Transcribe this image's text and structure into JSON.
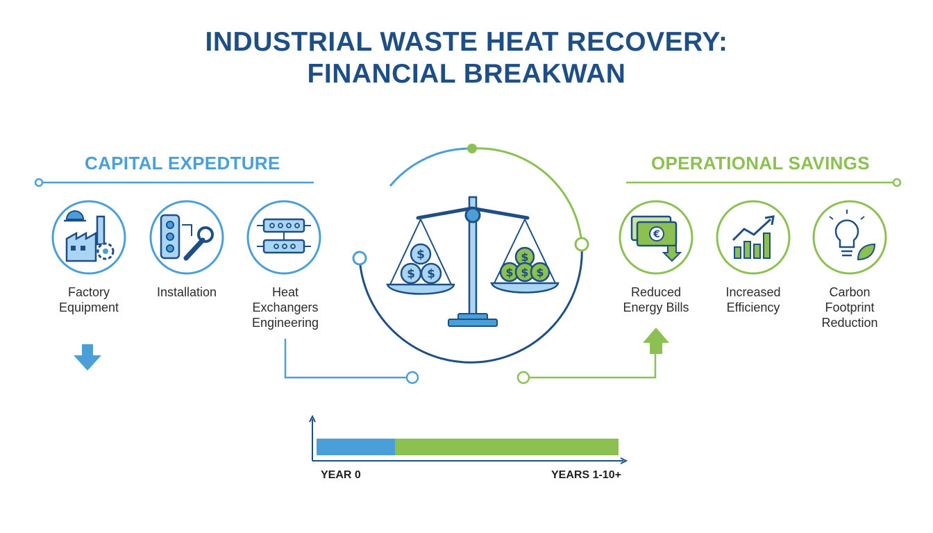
{
  "title": {
    "line1": "INDUSTRIAL WASTE HEAT RECOVERY:",
    "line2": "FINANCIAL BREAKWAN"
  },
  "capital": {
    "heading": "CAPITAL EXPEDTURE",
    "color": "#4a9fd8",
    "items": [
      {
        "icon": "factory-gear-icon",
        "line1": "Factory",
        "line2": "Equipment",
        "line3": ""
      },
      {
        "icon": "wrench-installation-icon",
        "line1": "Installation",
        "line2": "",
        "line3": ""
      },
      {
        "icon": "heat-exchanger-icon",
        "line1": "Heat",
        "line2": "Exchangers",
        "line3": "Engineering"
      }
    ]
  },
  "savings": {
    "heading": "OPERATIONAL SAVINGS",
    "color": "#8cc152",
    "items": [
      {
        "icon": "euro-bill-down-icon",
        "line1": "Reduced",
        "line2": "Energy Bills",
        "line3": ""
      },
      {
        "icon": "growth-chart-icon",
        "line1": "Increased",
        "line2": "Efficiency",
        "line3": ""
      },
      {
        "icon": "lightbulb-leaf-icon",
        "line1": "Carbon",
        "line2": "Footprint",
        "line3": "Reduction"
      }
    ]
  },
  "timeline": {
    "start_label": "YEAR 0",
    "end_label": "YEARS 1-10+",
    "capital_share": 0.26
  },
  "colors": {
    "title": "#1d4f86",
    "blue": "#4a9fd8",
    "green": "#8cc152"
  }
}
